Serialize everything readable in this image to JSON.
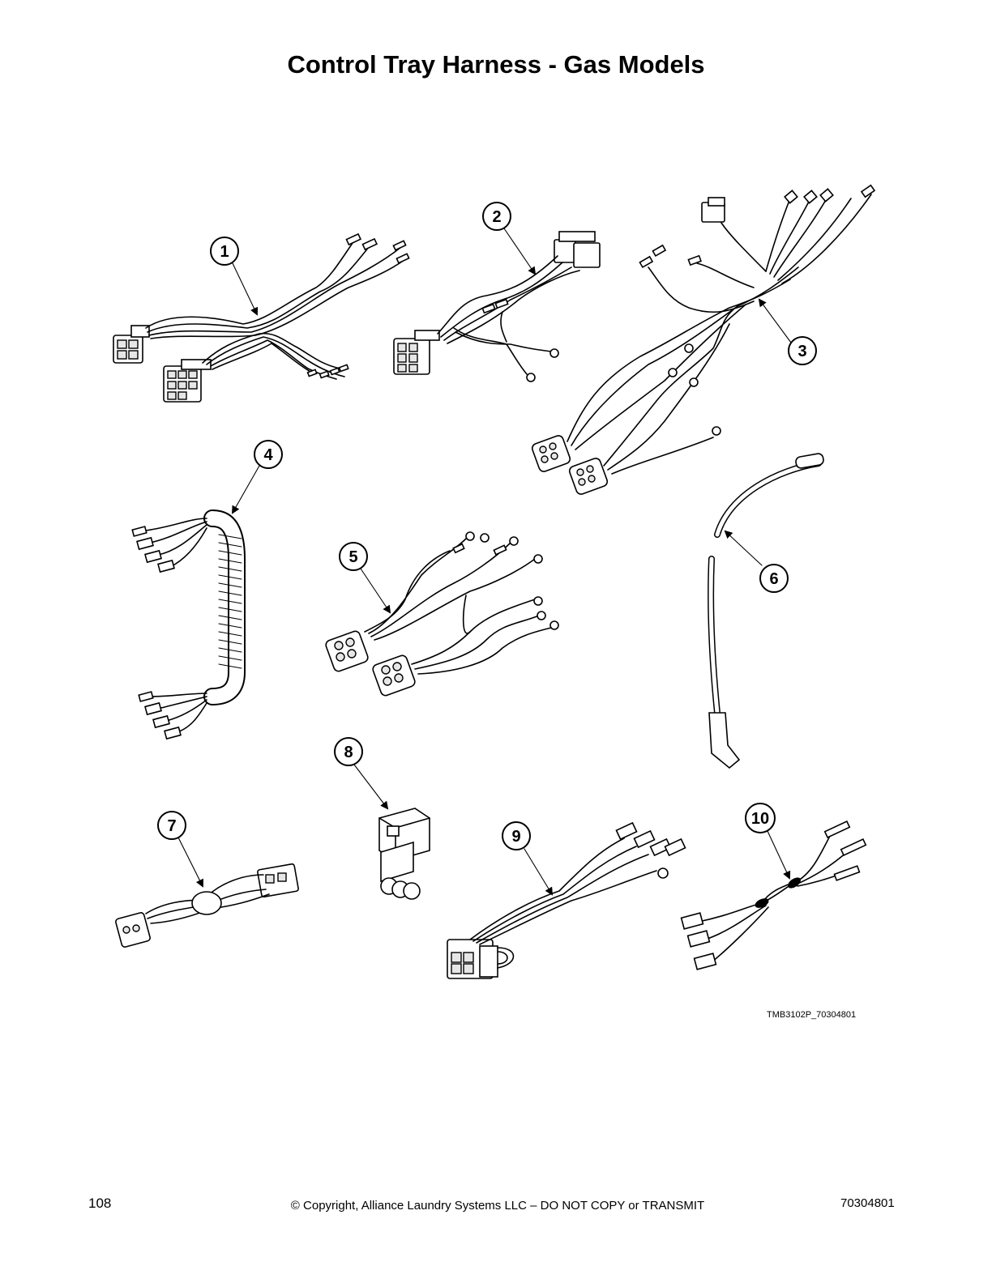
{
  "page": {
    "title": "Control Tray Harness - Gas Models",
    "figure_code": "TMB3102P_70304801",
    "page_number": "108",
    "copyright": "© Copyright, Alliance Laundry Systems LLC – DO NOT COPY or TRANSMIT",
    "document_number": "70304801"
  },
  "callouts": [
    "1",
    "2",
    "3",
    "4",
    "5",
    "6",
    "7",
    "8",
    "9",
    "10"
  ]
}
